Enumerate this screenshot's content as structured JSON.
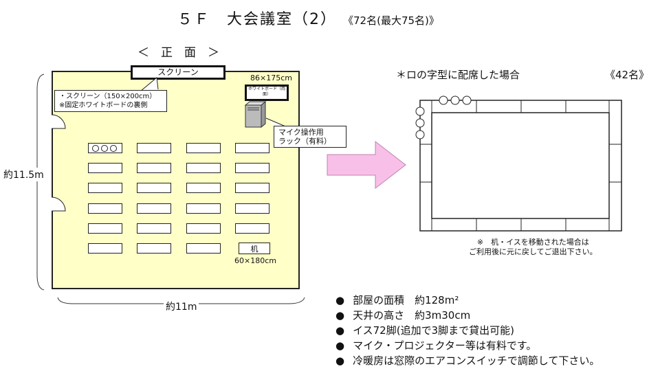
{
  "title": {
    "main": "５Ｆ　大会議室（2）",
    "capacity": "《72名(最大75名)》"
  },
  "front_label": "＜　正　面　＞",
  "screen_label": "スクリーン",
  "whiteboard": {
    "size": "86×175cm",
    "label": "ホワイトボード（両面）"
  },
  "screen_note": [
    "・スクリーン（150×200cm）",
    "※固定ホワイトボードの裏側"
  ],
  "rack_note": [
    "マイク操作用",
    "ラック（有料）"
  ],
  "desk": {
    "label": "机",
    "size": "60×180cm"
  },
  "dimensions": {
    "height": "約11.5m",
    "width": "約11m"
  },
  "alt_layout": {
    "title": "＊ロの字型に配席した場合",
    "capacity": "《42名》",
    "note": [
      "※　机・イスを移動された場合は",
      "ご利用後に元に戻してご退出下さい。"
    ]
  },
  "info": [
    "部屋の面積　約128m²",
    "天井の高さ　約3m30cm",
    "イス72脚(追加で3脚まで貸出可能)",
    "マイク・プロジェクター等は有料です。",
    "冷暖房は窓際のエアコンスイッチで調節して下さい。"
  ]
}
